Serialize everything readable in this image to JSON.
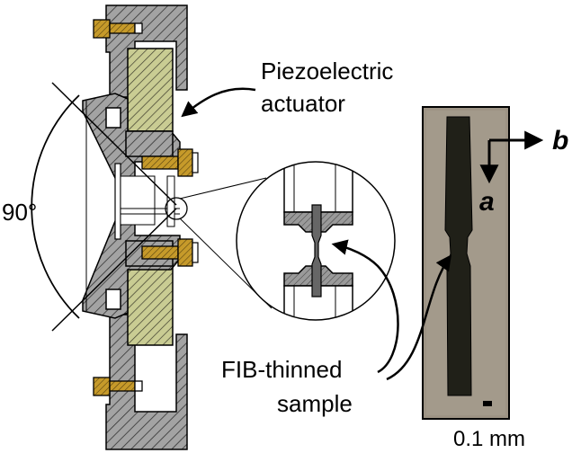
{
  "labels": {
    "angle": "90°",
    "actuator_line1": "Piezoelectric",
    "actuator_line2": "actuator",
    "sample_line1": "FIB-thinned",
    "sample_line2": "sample",
    "axis_b": "b",
    "axis_a": "a",
    "scale": "0.1 mm"
  },
  "colors": {
    "hatch_gray": "#a0a0a0",
    "piezo_green": "#c9cc93",
    "brass": "#c69a2a",
    "photo_bg": "#9d9384",
    "crystal": "#202018"
  }
}
